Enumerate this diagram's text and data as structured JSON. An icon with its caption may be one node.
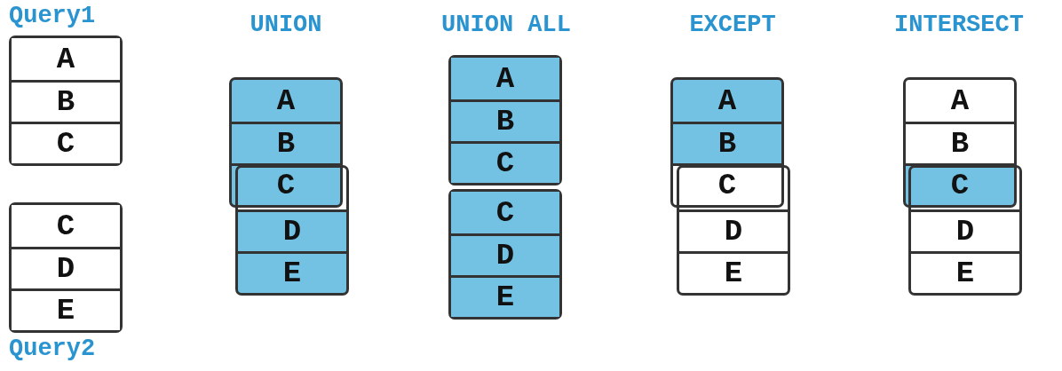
{
  "diagram": {
    "nodes": [
      {
        "text": [
          "Query1"
        ]
      },
      {
        "text": [
          "A"
        ],
        "in": 0
      },
      {
        "text": [
          "B"
        ],
        "in": 0
      },
      {
        "text": [
          "C"
        ],
        "in": 0
      },
      {
        "text": [
          "Query2"
        ]
      },
      {
        "text": [
          "C"
        ],
        "in": 4
      },
      {
        "text": [
          "D"
        ],
        "in": 4
      },
      {
        "text": [
          "E"
        ],
        "in": 4
      },
      {
        "text": [
          "A"
        ]
      },
      {
        "text": [
          "B"
        ]
      },
      {
        "text": [
          "C"
        ]
      },
      {
        "text": [
          "D"
        ]
      },
      {
        "text": [
          "E"
        ]
      },
      {
        "text": [],
        "shape": "box"
      },
      {
        "text": [
          "A"
        ],
        "in": 13
      },
      {
        "text": [
          "B"
        ],
        "in": 13
      },
      {
        "text": [
          "C"
        ],
        "in": 13
      },
      {
        "text": [],
        "shape": "box"
      },
      {
        "text": [
          "C"
        ],
        "in": 17
      },
      {
        "text": [
          "D"
        ],
        "in": 17
      },
      {
        "text": [
          "E"
        ],
        "in": 17
      },
      {
        "text": [
          "A"
        ]
      },
      {
        "text": [
          "B"
        ]
      },
      {
        "text": [
          "C"
        ]
      },
      {
        "text": [
          "D"
        ]
      },
      {
        "text": [
          "E"
        ]
      },
      {
        "text": [
          "A"
        ]
      },
      {
        "text": [
          "B"
        ]
      },
      {
        "text": [
          "C"
        ]
      },
      {
        "text": [
          "D"
        ]
      },
      {
        "text": [
          "E"
        ]
      }
    ],
    "labels": [
      "UNION",
      "UNION ALL",
      "EXCEPT",
      "INTERSECT"
    ]
  }
}
